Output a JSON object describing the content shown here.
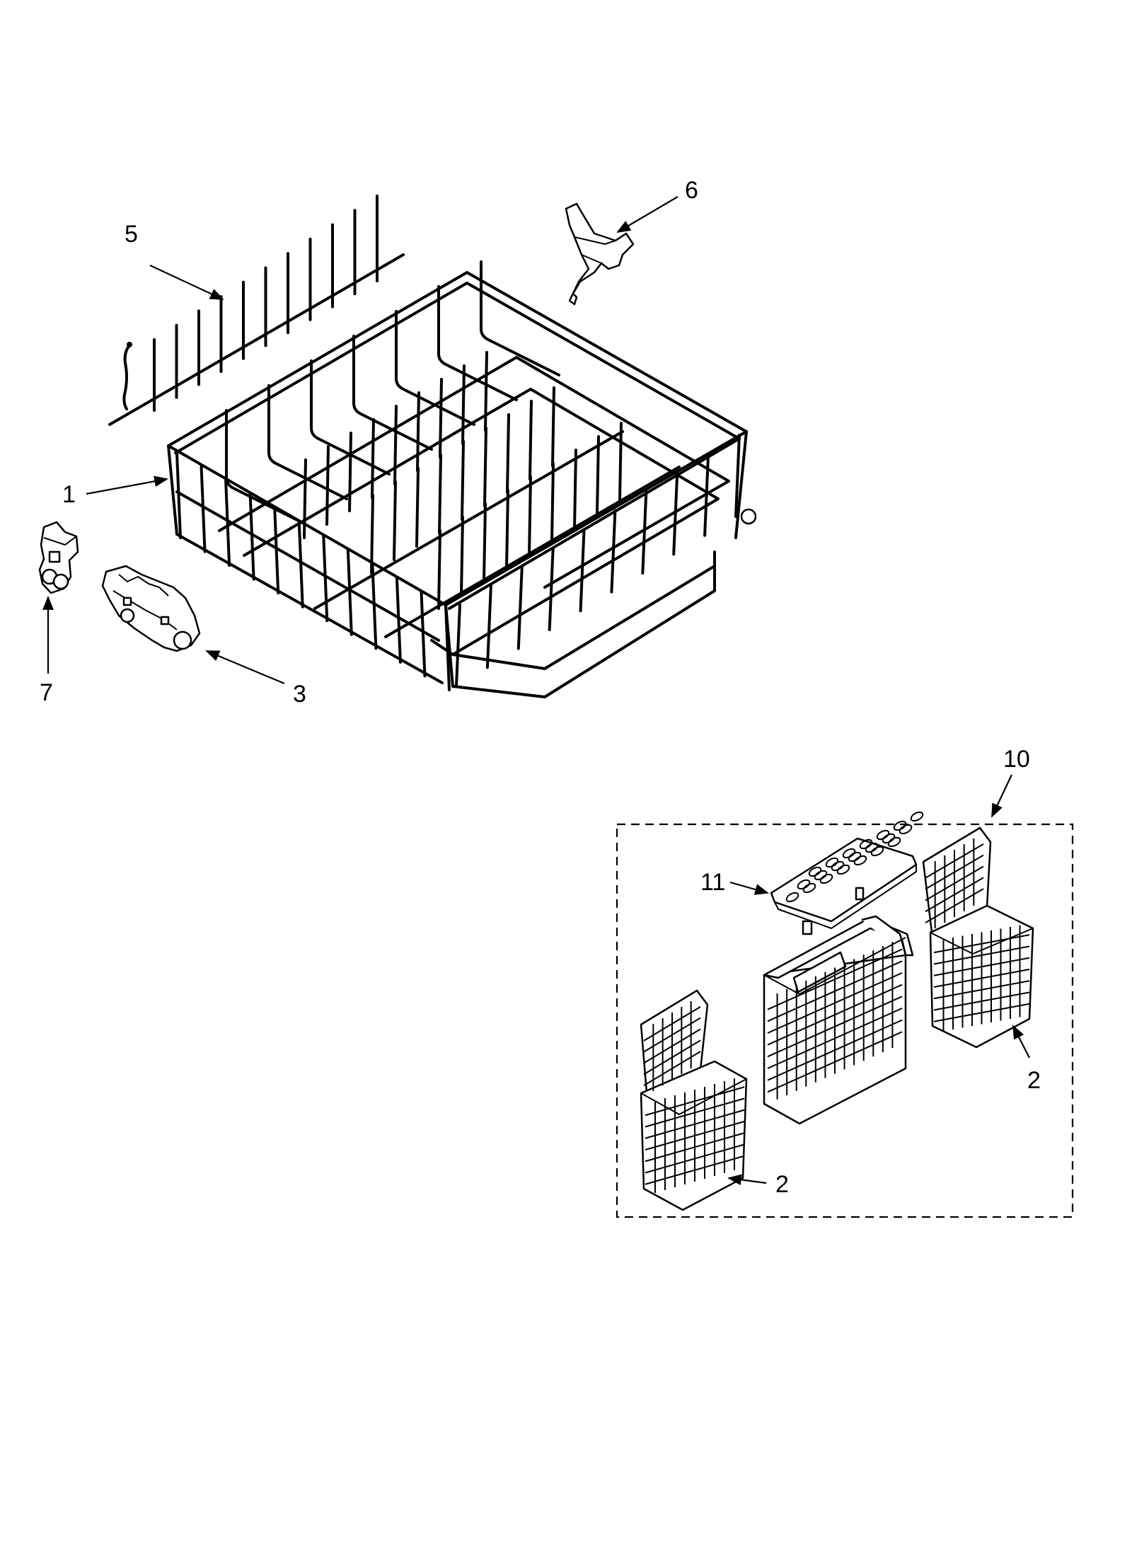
{
  "callouts": {
    "c1": "1",
    "c2a": "2",
    "c2b": "2",
    "c3": "3",
    "c5": "5",
    "c6": "6",
    "c7": "7",
    "c10": "10",
    "c11": "11"
  }
}
